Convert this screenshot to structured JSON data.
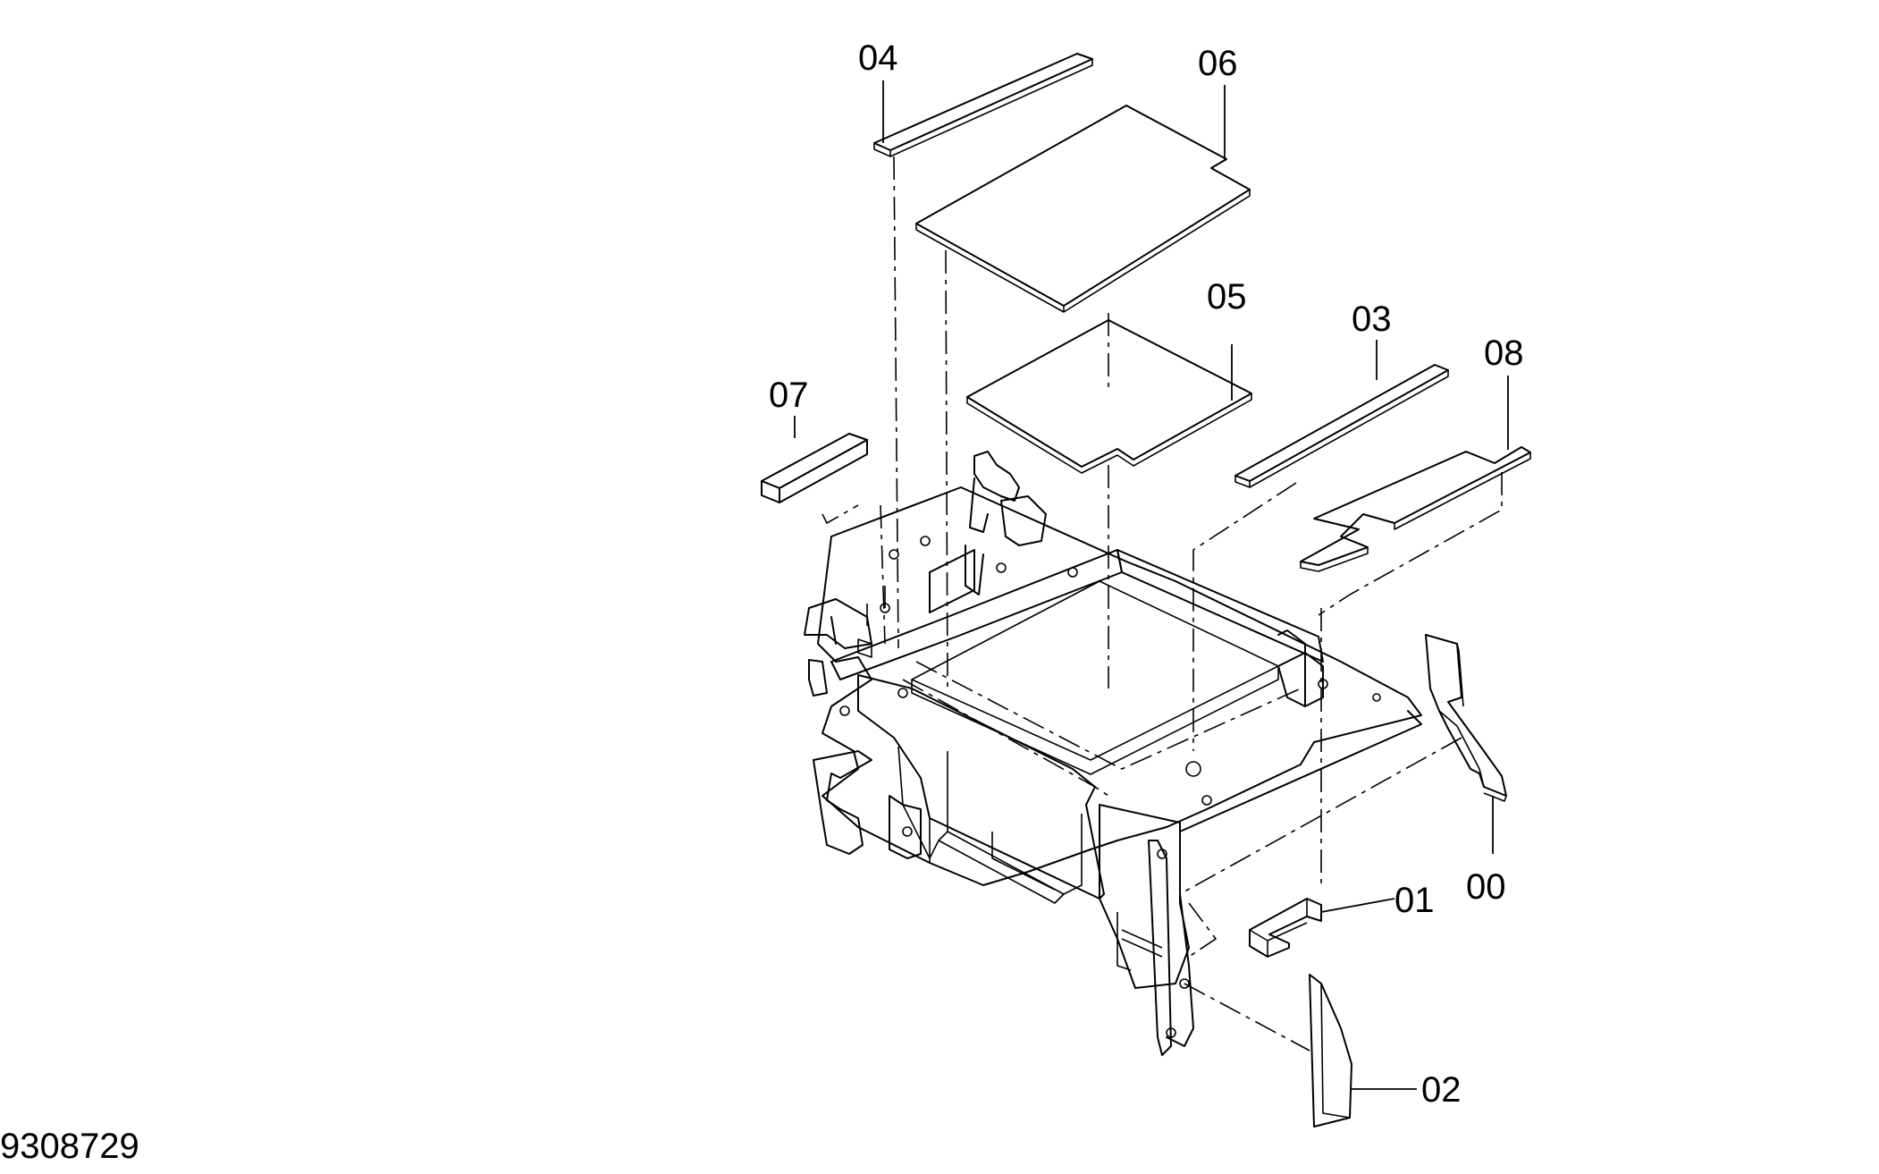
{
  "drawing": {
    "reference_number": "9308729"
  },
  "callouts": [
    {
      "id": "00",
      "label": "00"
    },
    {
      "id": "01",
      "label": "01"
    },
    {
      "id": "02",
      "label": "02"
    },
    {
      "id": "03",
      "label": "03"
    },
    {
      "id": "04",
      "label": "04"
    },
    {
      "id": "05",
      "label": "05"
    },
    {
      "id": "06",
      "label": "06"
    },
    {
      "id": "07",
      "label": "07"
    },
    {
      "id": "08",
      "label": "08"
    }
  ]
}
